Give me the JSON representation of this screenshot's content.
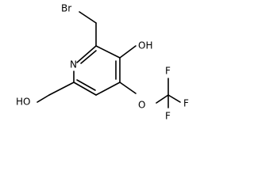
{
  "molecule": {
    "atoms": {
      "br": "Br",
      "n": "N",
      "oh": "OH",
      "ho": "HO",
      "o": "O",
      "f_top": "F",
      "f_right": "F",
      "f_bottom": "F"
    }
  }
}
